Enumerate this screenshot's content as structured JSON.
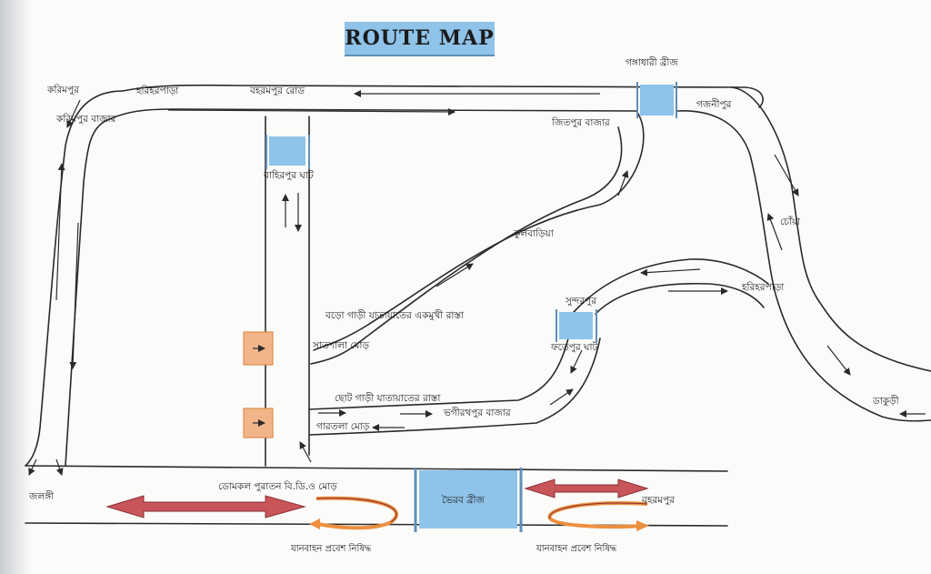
{
  "title": "ROUTE MAP",
  "colors": {
    "water_blue": "#8fc3e9",
    "checkpoint_orange": "#f2b58a",
    "big_arrow_red": "#c8555a",
    "swirl_orange": "#ec8f3f",
    "road_line": "#2a2a2a"
  },
  "places": {
    "gangadhari_bridge": "গঙ্গাধারী ব্রীজ",
    "karimpur": "করিমপুর",
    "harihar_para_top": "হরিহরপাড়া",
    "baharampur_road": "বহরমপুর রোড",
    "karimpur_bazar": "করিমপুর বাজার",
    "gajnipur": "গজনীপুর",
    "jitpur_bazar": "জিতপুর বাজার",
    "ghat_top": "বাহিরপুর ঘাট",
    "kulbaria": "কুলবাড়িয়া",
    "choya": "চোঁয়া",
    "harihar_para_right": "হরিহরপাড়া",
    "sundarpur": "সুন্দরপুর",
    "big_vehicle_one_way": "বড়ো গাড়ী যাতায়াতের একমুখী রাস্তা",
    "sat_shala_more": "সাতশালা মোড়",
    "fatehpur_ghat": "ফতেপুর ঘাট",
    "small_vehicle_road": "ছোট গাড়ী যাতায়াতের রাস্তা",
    "bhagirathpur_bazar": "ভগীরথপুর বাজার",
    "garatala_more": "গারতলা মোড়",
    "dakuri": "ডাকুড়ী",
    "domkal_more": "ডোমকল পুরাতন বি.ডি.ও মোড়",
    "bhairab_bridge": "ভৈরব ব্রীজ",
    "baharampur": "বহরমপুর",
    "jalangi": "জলঙ্গী",
    "no_entry_left": "যানবাহন প্রবেশ নিষিদ্ধ",
    "no_entry_right": "যানবাহন প্রবেশ নিষিদ্ধ"
  },
  "icons": {
    "water_bridge": "water-bridge-icon",
    "checkpoint": "checkpoint-arrow-icon",
    "direction_arrow": "direction-arrow-icon",
    "big_arrow": "double-headed-arrow-icon",
    "no_entry": "no-entry-uturn-icon"
  }
}
